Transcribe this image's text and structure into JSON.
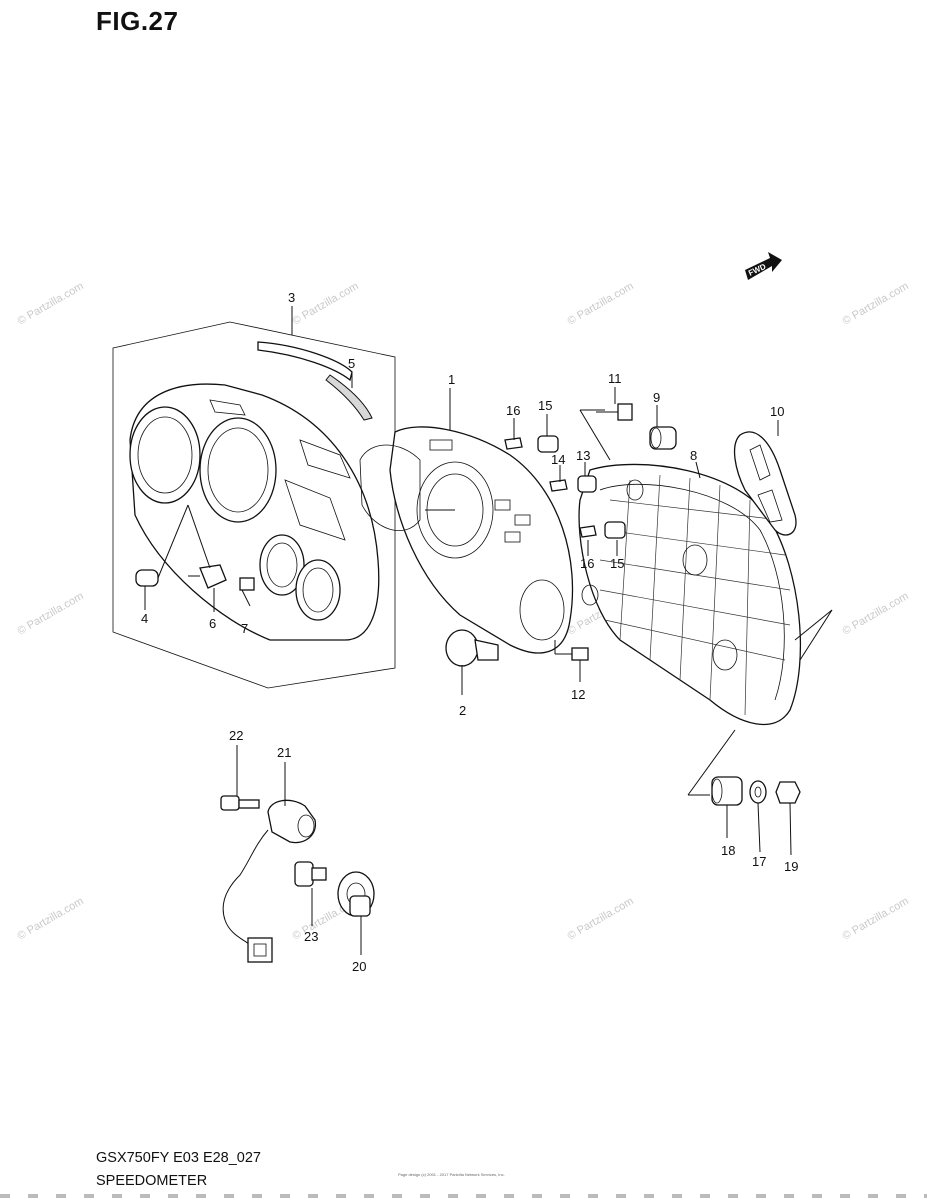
{
  "figure": {
    "title": "FIG.27",
    "code": "GSX750FY E03 E28_027",
    "name": "SPEEDOMETER",
    "fwd_label": "FWD",
    "copyright": "Page design (c) 2001 - 2017 Partzilla Network Services, Inc."
  },
  "watermark": "© Partzilla.com",
  "callouts": [
    {
      "id": "callout-1",
      "label": "1"
    },
    {
      "id": "callout-2",
      "label": "2"
    },
    {
      "id": "callout-3",
      "label": "3"
    },
    {
      "id": "callout-4",
      "label": "4"
    },
    {
      "id": "callout-5",
      "label": "5"
    },
    {
      "id": "callout-6",
      "label": "6"
    },
    {
      "id": "callout-7",
      "label": "7"
    },
    {
      "id": "callout-8",
      "label": "8"
    },
    {
      "id": "callout-9",
      "label": "9"
    },
    {
      "id": "callout-10",
      "label": "10"
    },
    {
      "id": "callout-11",
      "label": "11"
    },
    {
      "id": "callout-12",
      "label": "12"
    },
    {
      "id": "callout-13",
      "label": "13"
    },
    {
      "id": "callout-14",
      "label": "14"
    },
    {
      "id": "callout-15a",
      "label": "15"
    },
    {
      "id": "callout-15b",
      "label": "15"
    },
    {
      "id": "callout-16a",
      "label": "16"
    },
    {
      "id": "callout-16b",
      "label": "16"
    },
    {
      "id": "callout-17",
      "label": "17"
    },
    {
      "id": "callout-18",
      "label": "18"
    },
    {
      "id": "callout-19",
      "label": "19"
    },
    {
      "id": "callout-20",
      "label": "20"
    },
    {
      "id": "callout-21",
      "label": "21"
    },
    {
      "id": "callout-22",
      "label": "22"
    },
    {
      "id": "callout-23",
      "label": "23"
    }
  ]
}
